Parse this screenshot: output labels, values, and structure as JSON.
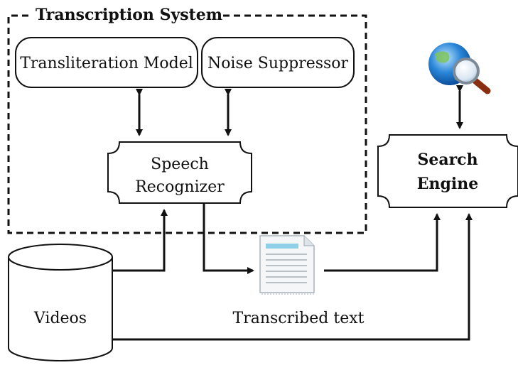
{
  "diagram": {
    "group_title": "Transcription System",
    "nodes": {
      "transliteration_model": "Transliteration Model",
      "noise_suppressor": "Noise Suppressor",
      "speech_recognizer_line1": "Speech",
      "speech_recognizer_line2": "Recognizer",
      "search_engine_line1": "Search",
      "search_engine_line2": "Engine",
      "videos": "Videos",
      "transcribed_text": "Transcribed text"
    },
    "icons": {
      "document": "document-icon",
      "globe_search": "globe-search-icon"
    },
    "colors": {
      "stroke": "#111111",
      "globe_blue": "#2a86d8",
      "document_accent": "#8fd0e8"
    }
  }
}
